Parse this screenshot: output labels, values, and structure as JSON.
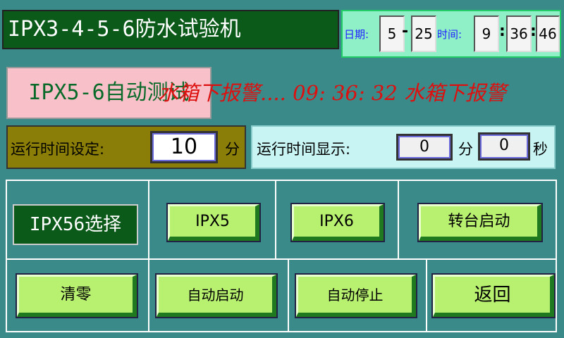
{
  "header": {
    "title": "IPX3-4-5-6防水试验机"
  },
  "datetime": {
    "date_label": "日期:",
    "month": "5",
    "date_sep": "-",
    "day": "25",
    "time_label": "时间:",
    "hour": "9",
    "sep1": ":",
    "minute": "36",
    "sep2": ":",
    "second": "46"
  },
  "mode": {
    "label": "IPX5-6自动测试"
  },
  "alarm": {
    "text": "水箱下报警.... 09: 36: 32   水箱下报警"
  },
  "run_setting": {
    "label": "运行时间设定:",
    "value": "10",
    "unit": "分"
  },
  "run_display": {
    "label": "运行时间显示:",
    "minutes": "0",
    "min_unit": "分",
    "seconds": "0",
    "sec_unit": "秒"
  },
  "selection": {
    "label": "IPX56选择",
    "ipx5": "IPX5",
    "ipx6": "IPX6",
    "turntable": "转台启动"
  },
  "controls": {
    "clear": "清零",
    "auto_start": "自动启动",
    "auto_stop": "自动停止",
    "back": "返回"
  },
  "colors": {
    "background": "#3b8a8a",
    "title_bg": "#0b5a1a",
    "button_face": "#b8f070",
    "alarm_text": "#dd1010"
  }
}
